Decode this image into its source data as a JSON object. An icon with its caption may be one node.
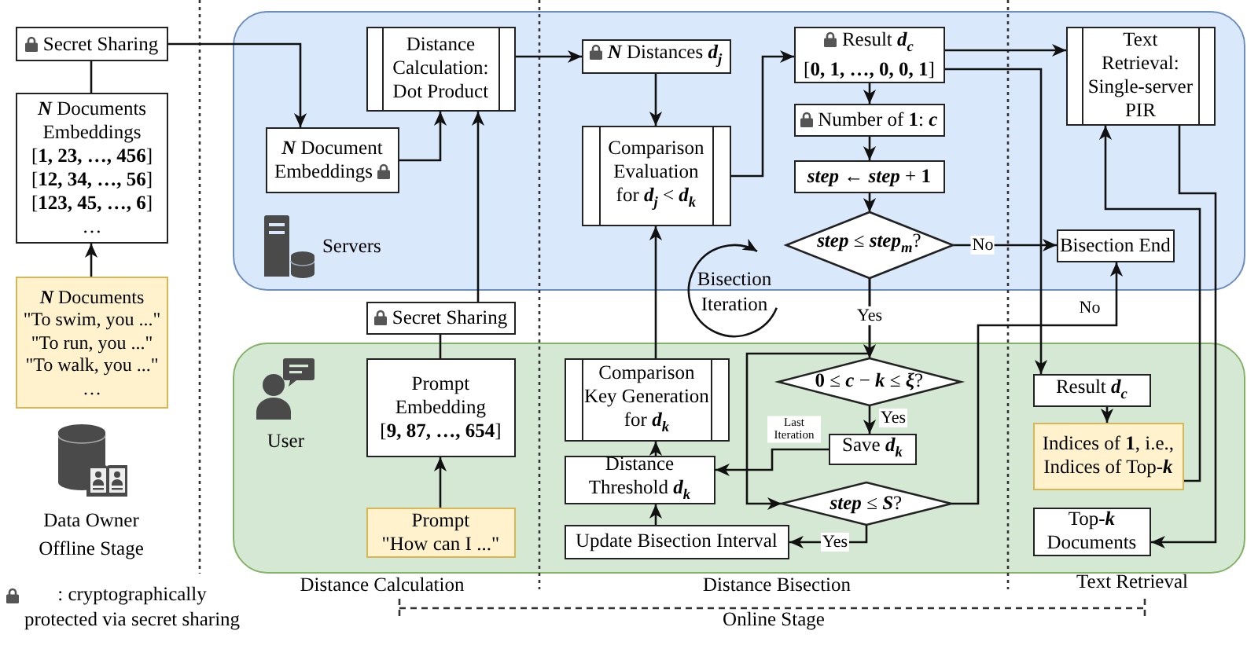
{
  "diagram": {
    "nodes": [
      {
        "text": [
          "Secret Sharing"
        ]
      },
      {
        "text": [
          "*N* Documents Embeddings",
          "[**1, 23, …, 456**]",
          "[**12, 34, …, 56**]",
          "[**123, 45, …, 6**]",
          "…"
        ]
      },
      {
        "text": [
          "*N* Documents",
          "\"To swim, you ...\"",
          "\"To run, you ...\"",
          "\"To walk, you ...\"",
          "…"
        ]
      },
      {
        "text": [
          "Servers"
        ]
      },
      {
        "text": [
          "*N* Document Embeddings"
        ],
        "in": 3
      },
      {
        "text": [
          "Distance Calculation: Dot Product"
        ],
        "in": 3
      },
      {
        "text": [
          "*N* Distances *d*$_{j}$"
        ],
        "in": 3
      },
      {
        "text": [
          "Comparison Evaluation for *d*$_{j}$ < *d*$_{k}$"
        ],
        "in": 3
      },
      {
        "text": [
          "Result *d*$_{c}$",
          "[**0, 1, …, 0, 0, 1**]"
        ],
        "in": 3
      },
      {
        "text": [
          "Number of **1**: *c*"
        ],
        "in": 3
      },
      {
        "text": [
          "*step* ← *step* + **1**"
        ],
        "in": 3
      },
      {
        "text": [
          "*step* ≤ *step*$_{m}$?"
        ],
        "in": 3
      },
      {
        "text": [
          "Text Retrieval: Single-server PIR"
        ],
        "in": 3
      },
      {
        "text": [
          "Bisection End"
        ],
        "in": 3
      },
      {
        "text": [
          "Secret Sharing"
        ]
      },
      {
        "text": [
          "User"
        ]
      },
      {
        "text": [
          "Prompt Embedding",
          "[**9, 87, …, 654**]"
        ],
        "in": 15
      },
      {
        "text": [
          "Prompt",
          "\"How can I ...\""
        ],
        "in": 15
      },
      {
        "text": [
          "Comparison Key Generation for *d*$_{k}$"
        ],
        "in": 15
      },
      {
        "text": [
          "**0** ≤ *c* − *k* ≤ *ξ*?"
        ],
        "in": 15
      },
      {
        "text": [
          "Save *d*$_{k}$"
        ],
        "in": 15
      },
      {
        "text": [
          "Distance Threshold *d*$_{k}$"
        ],
        "in": 15
      },
      {
        "text": [
          "*step* ≤ *S*?"
        ],
        "in": 15
      },
      {
        "text": [
          "Update Bisection Interval"
        ],
        "in": 15
      },
      {
        "text": [
          "Result *d*$_{c}$"
        ],
        "in": 15
      },
      {
        "text": [
          "Indices of **1**, i.e., Indices of Top-*k*"
        ],
        "in": 15
      },
      {
        "text": [
          "Top-*k* Documents"
        ],
        "in": 15
      }
    ],
    "edges": [
      {
        "from": 1,
        "to": 0,
        "arrow": "none"
      },
      {
        "from": 2,
        "to": 1,
        "arrow": "to"
      },
      {
        "from": 0,
        "to": 4,
        "arrow": "to"
      },
      {
        "from": 4,
        "to": 5,
        "arrow": "to"
      },
      {
        "from": 14,
        "to": 5,
        "arrow": "to"
      },
      {
        "from": 16,
        "to": 14,
        "arrow": "none"
      },
      {
        "from": 17,
        "to": 16,
        "arrow": "to"
      },
      {
        "from": 5,
        "to": 6,
        "arrow": "to"
      },
      {
        "from": 6,
        "to": 7,
        "arrow": "to"
      },
      {
        "from": 7,
        "to": 8,
        "arrow": "to"
      },
      {
        "from": 8,
        "to": 9,
        "arrow": "to"
      },
      {
        "from": 9,
        "to": 10,
        "arrow": "to"
      },
      {
        "from": 10,
        "to": 11,
        "arrow": "to"
      },
      {
        "from": 11,
        "to": 13,
        "arrow": "to",
        "label": "No"
      },
      {
        "from": 11,
        "to": 19,
        "arrow": "to",
        "label": "Yes"
      },
      {
        "from": 11,
        "to": 22,
        "arrow": "to"
      },
      {
        "from": 19,
        "to": 20,
        "arrow": "to",
        "label": "Yes"
      },
      {
        "from": 20,
        "to": 21,
        "arrow": "to",
        "label": "Last Iteration"
      },
      {
        "from": 22,
        "to": 23,
        "arrow": "to",
        "label": "Yes"
      },
      {
        "from": 22,
        "to": 13,
        "arrow": "to",
        "label": "No"
      },
      {
        "from": 23,
        "to": 21,
        "arrow": "to"
      },
      {
        "from": 21,
        "to": 18,
        "arrow": "to"
      },
      {
        "from": 18,
        "to": 7,
        "arrow": "to"
      },
      {
        "from": 8,
        "to": 12,
        "arrow": "to"
      },
      {
        "from": 8,
        "to": 24,
        "arrow": "to"
      },
      {
        "from": 24,
        "to": 25,
        "arrow": "to"
      },
      {
        "from": 25,
        "to": 12,
        "arrow": "to"
      },
      {
        "from": 12,
        "to": 26,
        "arrow": "to"
      }
    ],
    "labels": [
      "Data Owner",
      "Offline Stage",
      "Bisection Iteration",
      "Distance Calculation",
      "Distance Bisection",
      "Text Retrieval",
      "Online Stage"
    ],
    "legend": [
      {
        "text": ": cryptographically protected via secret sharing"
      }
    ]
  }
}
